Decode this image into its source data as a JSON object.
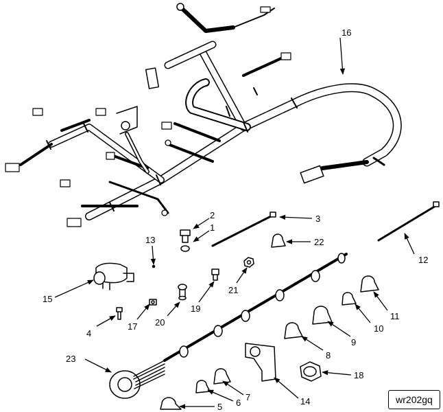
{
  "diagram": {
    "reference_code": "wr202gq",
    "callouts": [
      {
        "id": "c1",
        "text": "1"
      },
      {
        "id": "c2",
        "text": "2"
      },
      {
        "id": "c3",
        "text": "3"
      },
      {
        "id": "c4",
        "text": "4"
      },
      {
        "id": "c5",
        "text": "5"
      },
      {
        "id": "c6",
        "text": "6"
      },
      {
        "id": "c7",
        "text": "7"
      },
      {
        "id": "c8",
        "text": "8"
      },
      {
        "id": "c9",
        "text": "9"
      },
      {
        "id": "c10",
        "text": "10"
      },
      {
        "id": "c11",
        "text": "11"
      },
      {
        "id": "c12",
        "text": "12"
      },
      {
        "id": "c13",
        "text": "13"
      },
      {
        "id": "c14",
        "text": "14"
      },
      {
        "id": "c15",
        "text": "15"
      },
      {
        "id": "c16",
        "text": "16"
      },
      {
        "id": "c17",
        "text": "17"
      },
      {
        "id": "c18",
        "text": "18"
      },
      {
        "id": "c19",
        "text": "19"
      },
      {
        "id": "c20",
        "text": "20"
      },
      {
        "id": "c21",
        "text": "21"
      },
      {
        "id": "c22",
        "text": "22"
      },
      {
        "id": "c23",
        "text": "23"
      }
    ]
  }
}
